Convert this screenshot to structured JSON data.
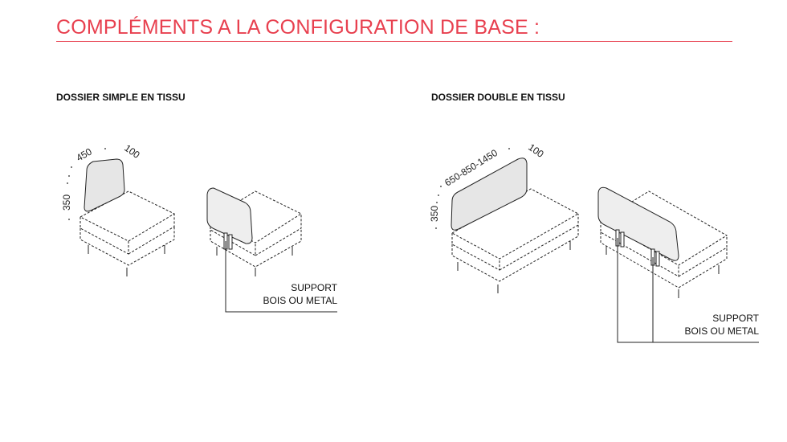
{
  "header": {
    "title": "COMPLÉMENTS A LA CONFIGURATION DE BASE :"
  },
  "sections": [
    {
      "title": "DOSSIER SIMPLE EN TISSU",
      "dimensions": {
        "width": "450",
        "depth": "100",
        "height": "350"
      },
      "support_label_line1": "SUPPORT",
      "support_label_line2": "BOIS OU METAL"
    },
    {
      "title": "DOSSIER DOUBLE EN TISSU",
      "dimensions": {
        "width": "650-850-1450",
        "depth": "100",
        "height": "350"
      },
      "support_label_line1": "SUPPORT",
      "support_label_line2": "BOIS OU METAL"
    }
  ],
  "colors": {
    "accent": "#e8404f",
    "backrest_fill": "#e6e6e6",
    "line": "#222222"
  }
}
